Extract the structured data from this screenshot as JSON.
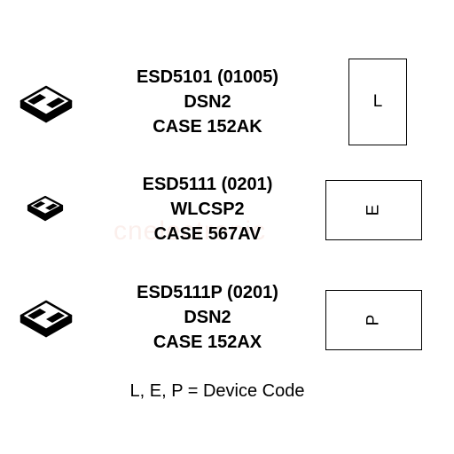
{
  "packages": [
    {
      "part": "ESD5101 (01005)",
      "package": "DSN2",
      "case": "CASE 152AK",
      "device_code": "L",
      "chip_icon": "dsn2-chip-icon"
    },
    {
      "part": "ESD5111 (0201)",
      "package": "WLCSP2",
      "case": "CASE 567AV",
      "device_code": "E",
      "chip_icon": "wlcsp2-chip-icon"
    },
    {
      "part": "ESD5111P (0201)",
      "package": "DSN2",
      "case": "CASE 152AX",
      "device_code": "P",
      "chip_icon": "dsn2-chip-icon"
    }
  ],
  "legend": "L, E, P = Device Code",
  "watermark": "cnelectronic"
}
